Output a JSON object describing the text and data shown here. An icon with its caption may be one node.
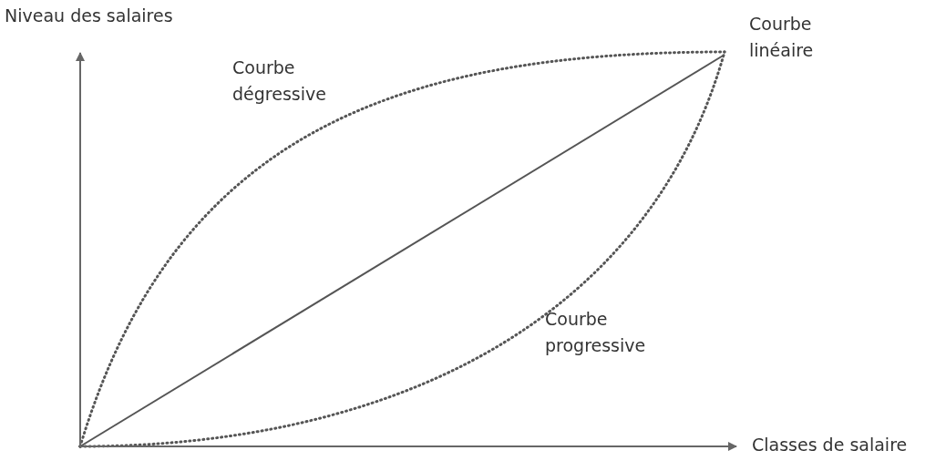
{
  "diagram": {
    "labels": [
      "Niveau des salaires",
      "Courbe linéaire",
      "Courbe dégressive",
      "Courbe progressive",
      "Classes de salaire"
    ]
  }
}
